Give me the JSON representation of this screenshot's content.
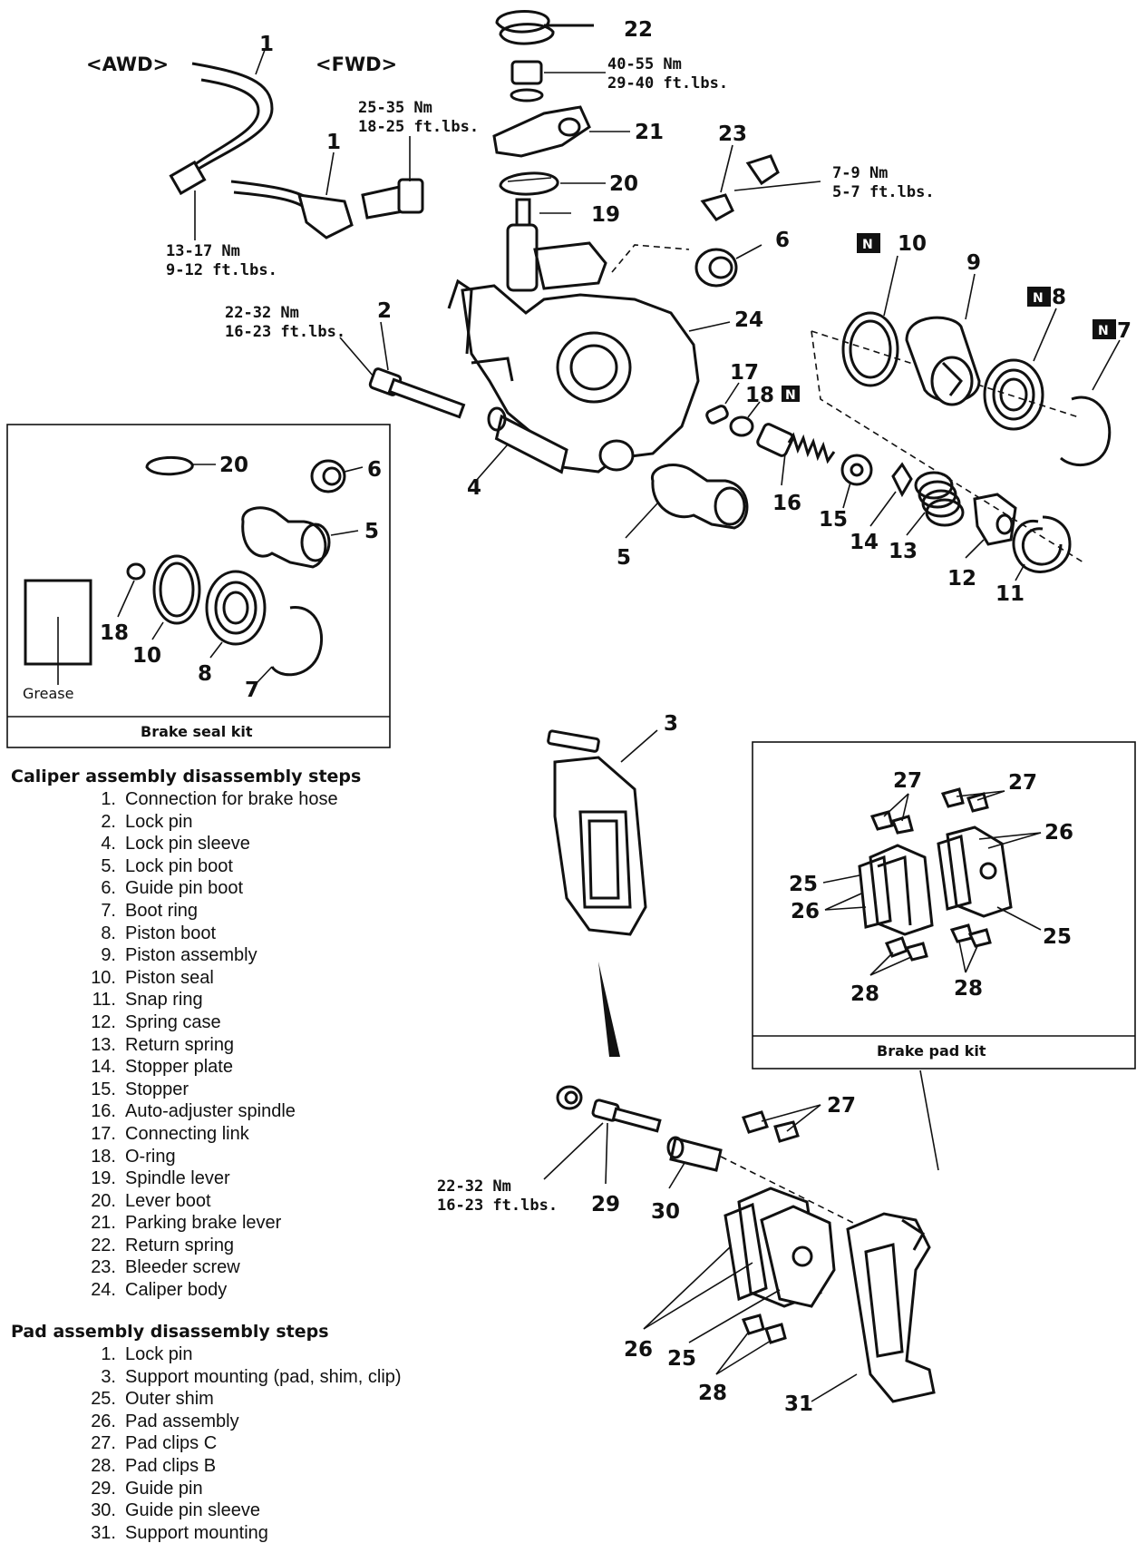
{
  "labels": {
    "awd": "<AWD>",
    "fwd": "<FWD>",
    "n_mark": "N"
  },
  "callouts": {
    "c1a": "1",
    "c1b": "1",
    "c2": "2",
    "c3": "3",
    "c4": "4",
    "c5": "5",
    "c6": "6",
    "c7": "7",
    "c8": "8",
    "c9": "9",
    "c10": "10",
    "c11": "11",
    "c12": "12",
    "c13": "13",
    "c14": "14",
    "c15": "15",
    "c16": "16",
    "c17": "17",
    "c18": "18",
    "c19": "19",
    "c20": "20",
    "c21": "21",
    "c22": "22",
    "c23": "23",
    "c24": "24",
    "c29": "29",
    "c30": "30",
    "c31": "31",
    "c26": "26",
    "c25": "25",
    "c28": "28",
    "c27": "27"
  },
  "torques": {
    "t_22_line1": "40-55 Nm",
    "t_22_line2": "29-40 ft.lbs.",
    "t_bolt_line1": "25-35 Nm",
    "t_bolt_line2": "18-25 ft.lbs.",
    "t_bleeder_line1": "7-9 Nm",
    "t_bleeder_line2": "5-7 ft.lbs.",
    "t_hose_line1": "13-17 Nm",
    "t_hose_line2": "9-12 ft.lbs.",
    "t_lockpin_line1": "22-32 Nm",
    "t_lockpin_line2": "16-23 ft.lbs.",
    "t_guidepin_line1": "22-32 Nm",
    "t_guidepin_line2": "16-23 ft.lbs."
  },
  "seal_kit": {
    "title": "Brake seal kit",
    "grease_label": "Grease",
    "callouts": {
      "k20": "20",
      "k6": "6",
      "k5": "5",
      "k18": "18",
      "k10": "10",
      "k8": "8",
      "k7": "7"
    }
  },
  "pad_kit": {
    "title": "Brake pad kit",
    "callouts": {
      "p27a": "27",
      "p27b": "27",
      "p26a": "26",
      "p25a": "25",
      "p26b": "26",
      "p25b": "25",
      "p28a": "28",
      "p28b": "28"
    }
  },
  "caliper_steps": {
    "heading": "Caliper assembly disassembly steps",
    "items": [
      {
        "num": "1.",
        "text": "Connection for brake hose"
      },
      {
        "num": "2.",
        "text": "Lock pin"
      },
      {
        "num": "4.",
        "text": "Lock pin sleeve"
      },
      {
        "num": "5.",
        "text": "Lock pin boot"
      },
      {
        "num": "6.",
        "text": "Guide pin boot"
      },
      {
        "num": "7.",
        "text": "Boot ring"
      },
      {
        "num": "8.",
        "text": "Piston boot"
      },
      {
        "num": "9.",
        "text": "Piston assembly"
      },
      {
        "num": "10.",
        "text": "Piston seal"
      },
      {
        "num": "11.",
        "text": "Snap ring"
      },
      {
        "num": "12.",
        "text": "Spring case"
      },
      {
        "num": "13.",
        "text": "Return spring"
      },
      {
        "num": "14.",
        "text": "Stopper plate"
      },
      {
        "num": "15.",
        "text": "Stopper"
      },
      {
        "num": "16.",
        "text": "Auto-adjuster spindle"
      },
      {
        "num": "17.",
        "text": "Connecting link"
      },
      {
        "num": "18.",
        "text": "O-ring"
      },
      {
        "num": "19.",
        "text": "Spindle lever"
      },
      {
        "num": "20.",
        "text": "Lever boot"
      },
      {
        "num": "21.",
        "text": "Parking brake lever"
      },
      {
        "num": "22.",
        "text": "Return spring"
      },
      {
        "num": "23.",
        "text": "Bleeder screw"
      },
      {
        "num": "24.",
        "text": "Caliper body"
      }
    ]
  },
  "pad_steps": {
    "heading": "Pad assembly disassembly steps",
    "items": [
      {
        "num": "1.",
        "text": "Lock pin"
      },
      {
        "num": "3.",
        "text": "Support mounting (pad, shim, clip)"
      },
      {
        "num": "25.",
        "text": "Outer shim"
      },
      {
        "num": "26.",
        "text": "Pad assembly"
      },
      {
        "num": "27.",
        "text": "Pad clips C"
      },
      {
        "num": "28.",
        "text": "Pad clips B"
      },
      {
        "num": "29.",
        "text": "Guide pin"
      },
      {
        "num": "30.",
        "text": "Guide pin sleeve"
      },
      {
        "num": "31.",
        "text": "Support mounting"
      }
    ]
  }
}
